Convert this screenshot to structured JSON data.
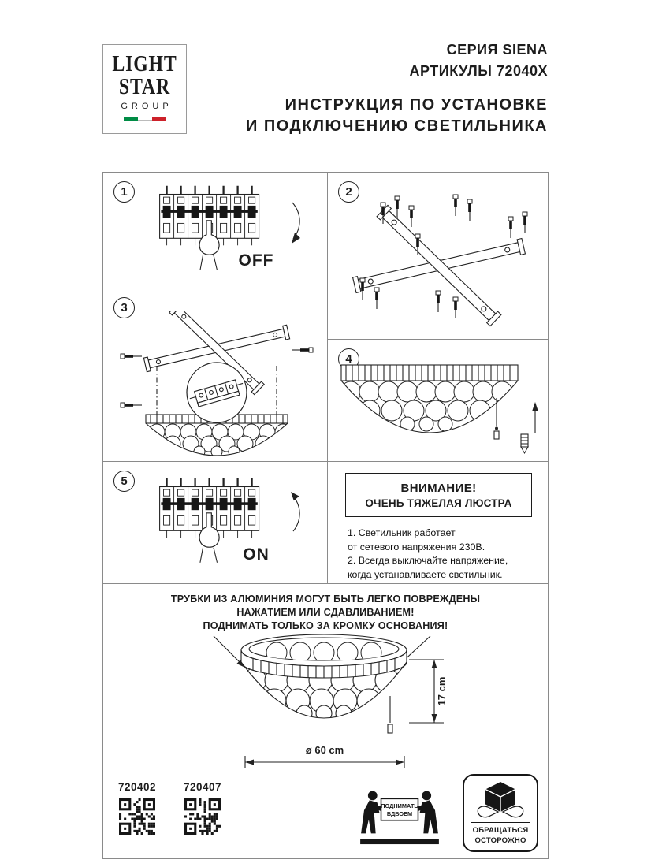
{
  "colors": {
    "flag_green": "#008C45",
    "flag_red": "#CD212A",
    "panel_border": "#8a8a8a",
    "ink": "#1c1c1c"
  },
  "header": {
    "logo_line1": "LIGHT",
    "logo_line2": "STAR",
    "logo_line3": "GROUP",
    "series": "СЕРИЯ SIENA",
    "articles": "АРТИКУЛЫ 72040X",
    "title_line1": "ИНСТРУКЦИЯ ПО УСТАНОВКЕ",
    "title_line2": "И ПОДКЛЮЧЕНИЮ СВЕТИЛЬНИКА"
  },
  "steps": [
    {
      "number": "1",
      "label": "OFF"
    },
    {
      "number": "2"
    },
    {
      "number": "3"
    },
    {
      "number": "4"
    },
    {
      "number": "5",
      "label": "ON"
    }
  ],
  "warning_box": {
    "line1": "ВНИМАНИЕ!",
    "line2": "ОЧЕНЬ ТЯЖЕЛАЯ ЛЮСТРА"
  },
  "notes": [
    "1. Светильник работает",
    "от сетевого напряжения 230В.",
    "2. Всегда выключайте напряжение,",
    "когда устанавливаете светильник."
  ],
  "bottom": {
    "caution_line1": "ТРУБКИ ИЗ АЛЮМИНИЯ МОГУТ БЫТЬ ЛЕГКО ПОВРЕЖДЕНЫ",
    "caution_line2": "НАЖАТИЕМ ИЛИ СДАВЛИВАНИЕМ!",
    "caution_line3": "ПОДНИМАТЬ ТОЛЬКО ЗА КРОМКУ ОСНОВАНИЯ!",
    "diameter_label": "ø 60 cm",
    "height_label": "17 cm",
    "article_codes": [
      "720402",
      "720407"
    ],
    "lift_line1": "ПОДНИМАТЬ",
    "lift_line2": "ВДВОЕМ",
    "care_line1": "ОБРАЩАТЬСЯ",
    "care_line2": "ОСТОРОЖНО"
  }
}
